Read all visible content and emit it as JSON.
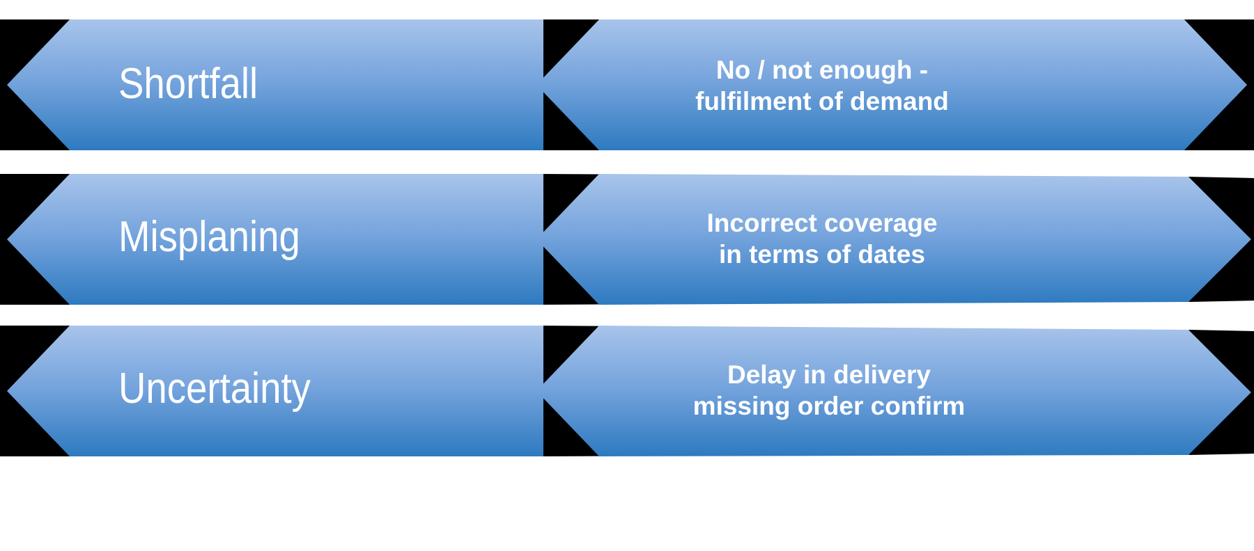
{
  "diagram": {
    "title": "Supply risk categories chevron diagram",
    "type": "chevron-process-rows",
    "colors": {
      "band_outline": "#000000",
      "arrow_gradient_top": "#A6C3EA",
      "arrow_gradient_bottom": "#2E7AC0",
      "text": "#FFFFFF",
      "background": "#FFFFFF"
    },
    "rows": [
      {
        "id": "row-shortfall",
        "left_label": "Shortfall",
        "right_lines": [
          "No / not enough -",
          "fulfilment of demand"
        ]
      },
      {
        "id": "row-misplaning",
        "left_label": "Misplaning",
        "right_lines": [
          "Incorrect coverage",
          "in terms of dates"
        ]
      },
      {
        "id": "row-uncertainty",
        "left_label": "Uncertainty",
        "right_lines": [
          "Delay in delivery",
          "missing order confirm"
        ]
      }
    ]
  }
}
